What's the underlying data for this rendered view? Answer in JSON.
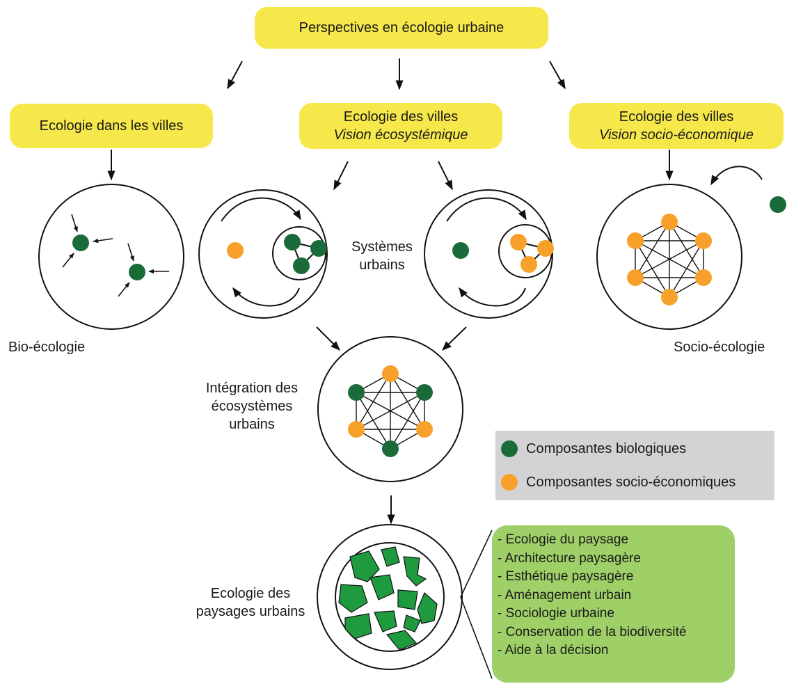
{
  "top_box": {
    "label": "Perspectives en écologie urbaine"
  },
  "branch_left": {
    "label": "Ecologie dans les villes"
  },
  "branch_center": {
    "label": "Ecologie des villes",
    "subtitle": "Vision écosystémique"
  },
  "branch_right": {
    "label": "Ecologie des villes",
    "subtitle": "Vision socio-économique"
  },
  "labels": {
    "bio": "Bio-écologie",
    "systemes_line1": "Systèmes",
    "systemes_line2": "urbains",
    "socio": "Socio-écologie",
    "integration_line1": "Intégration des",
    "integration_line2": "écosystèmes",
    "integration_line3": "urbains",
    "paysages_line1": "Ecologie des",
    "paysages_line2": "paysages urbains"
  },
  "legend": {
    "biological": {
      "label": "Composantes biologiques",
      "color": "#1b6b3a"
    },
    "socio": {
      "label": "Composantes socio-économiques",
      "color": "#f7a12a"
    },
    "background": "#d3d3d5"
  },
  "disciplines": {
    "background": "#9fd068",
    "items": [
      "- Ecologie du paysage",
      "- Architecture paysagère",
      "- Esthétique paysagère",
      "- Aménagement urbain",
      "- Sociologie urbaine",
      "- Conservation de la biodiversité",
      "- Aide à la décision"
    ]
  },
  "colors": {
    "box_yellow": "#f6e84a",
    "green": "#1b6b3a",
    "orange": "#f7a12a",
    "patch_green": "#1f9a3f"
  }
}
